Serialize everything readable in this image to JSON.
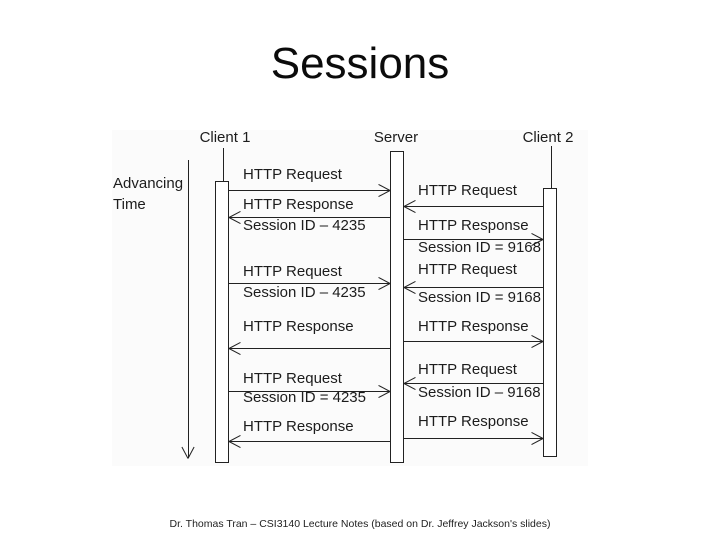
{
  "slide": {
    "title": "Sessions",
    "footer": "Dr. Thomas Tran – CSI3140 Lecture Notes (based on Dr. Jeffrey Jackson's slides)"
  },
  "diagram": {
    "colors": {
      "ink": "#222222",
      "diagram_background": "#fbfbfb"
    },
    "advancing_time": {
      "line1": "Advancing",
      "line2": "Time"
    },
    "actors": [
      {
        "label": "Client 1"
      },
      {
        "label": "Server"
      },
      {
        "label": "Client 2"
      }
    ],
    "client1_server_messages": [
      {
        "text": "HTTP Request",
        "direction": "to-server"
      },
      {
        "text": "HTTP Response",
        "direction": "to-client1"
      },
      {
        "text": "Session ID – 4235",
        "direction": "label"
      },
      {
        "text": "HTTP Request",
        "direction": "to-server"
      },
      {
        "text": "Session ID – 4235",
        "direction": "label"
      },
      {
        "text": "HTTP Response",
        "direction": "to-client1"
      },
      {
        "text": "HTTP Request",
        "direction": "to-server"
      },
      {
        "text": "Session ID = 4235",
        "direction": "label"
      },
      {
        "text": "HTTP Response",
        "direction": "to-client1"
      }
    ],
    "server_client2_messages": [
      {
        "text": "HTTP Request",
        "direction": "to-server"
      },
      {
        "text": "HTTP Response",
        "direction": "to-client2"
      },
      {
        "text": "Session ID = 9168",
        "direction": "label"
      },
      {
        "text": "HTTP Request",
        "direction": "to-server"
      },
      {
        "text": "Session ID = 9168",
        "direction": "label"
      },
      {
        "text": "HTTP Response",
        "direction": "to-client2"
      },
      {
        "text": "HTTP Request",
        "direction": "to-server"
      },
      {
        "text": "Session ID – 9168",
        "direction": "label"
      },
      {
        "text": "HTTP Response",
        "direction": "to-client2"
      }
    ]
  }
}
